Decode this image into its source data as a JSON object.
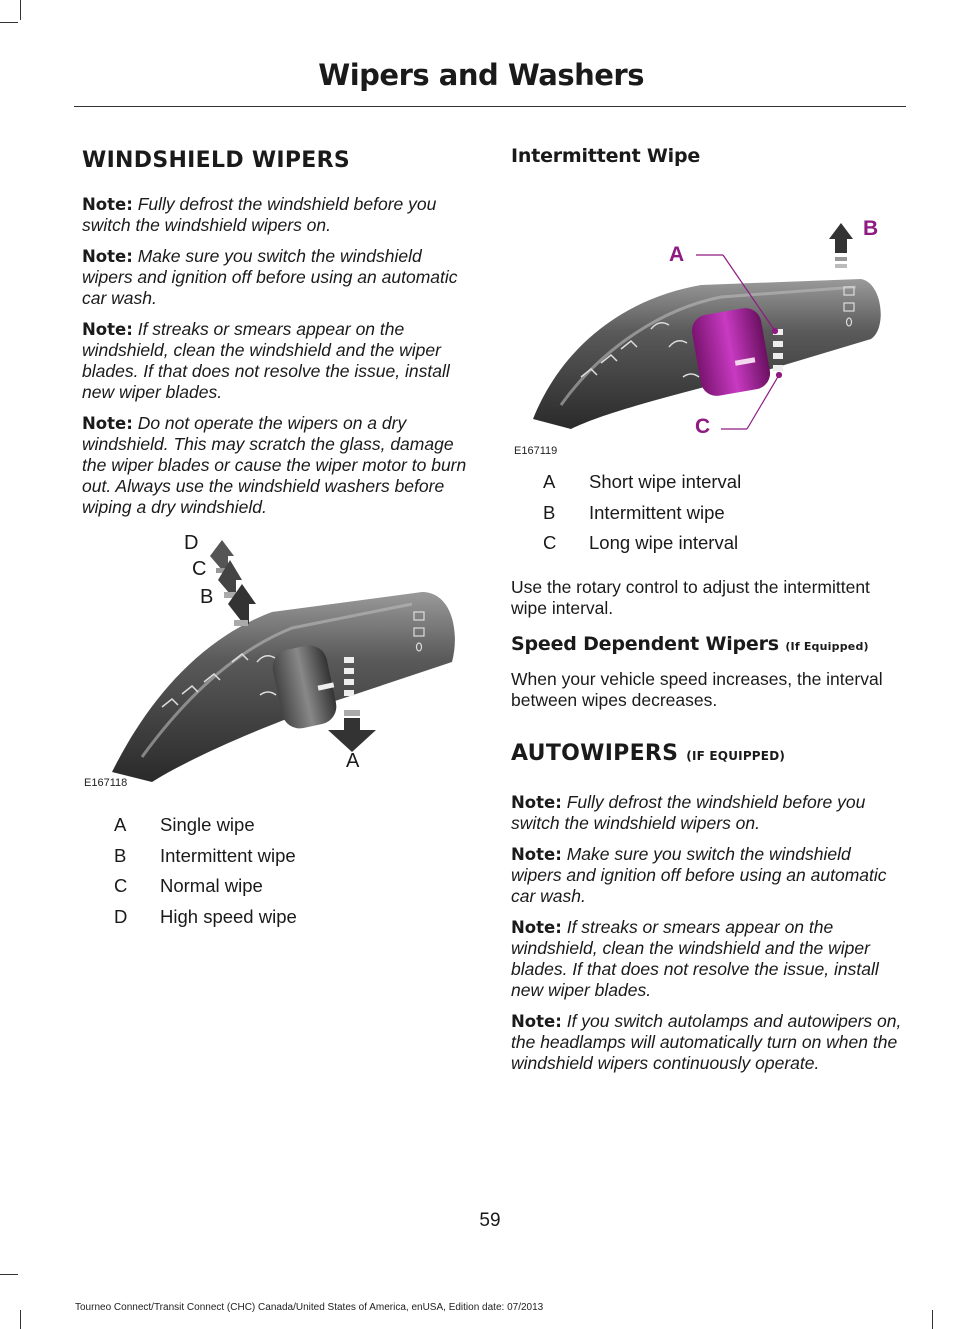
{
  "header": {
    "title": "Wipers and Washers"
  },
  "left": {
    "heading": "WINDSHIELD WIPERS",
    "notes": [
      {
        "label": "Note:",
        "text": "Fully defrost the windshield before you switch the windshield wipers on."
      },
      {
        "label": "Note:",
        "text": "Make sure you switch the windshield wipers and ignition off before using an automatic car wash."
      },
      {
        "label": "Note:",
        "text": " If streaks or smears appear on the windshield, clean the windshield and the wiper blades.  If that does not resolve the issue, install new wiper blades."
      },
      {
        "label": "Note:",
        "text": "Do not operate the wipers on a dry windshield. This may scratch the glass, damage the wiper blades or cause the wiper motor to burn out. Always use the windshield washers before wiping a dry windshield."
      }
    ],
    "figure": {
      "code": "E167118",
      "callouts": {
        "a": "A",
        "b": "B",
        "c": "C",
        "d": "D"
      }
    },
    "legend": [
      {
        "key": "A",
        "value": "Single wipe"
      },
      {
        "key": "B",
        "value": "Intermittent wipe"
      },
      {
        "key": "C",
        "value": "Normal wipe"
      },
      {
        "key": "D",
        "value": "High speed wipe"
      }
    ]
  },
  "right": {
    "intermittent_heading": "Intermittent Wipe",
    "figure": {
      "code": "E167119",
      "callouts": {
        "a": "A",
        "b": "B",
        "c": "C"
      },
      "accent_color": "#8e1a82",
      "rotary_color": "#b52fb0"
    },
    "legend": [
      {
        "key": "A",
        "value": "Short wipe interval"
      },
      {
        "key": "B",
        "value": "Intermittent wipe"
      },
      {
        "key": "C",
        "value": "Long wipe interval"
      }
    ],
    "rotary_text": "Use the rotary control to adjust the intermittent wipe interval.",
    "speed_heading": "Speed Dependent Wipers",
    "speed_tag": "(If Equipped)",
    "speed_text": "When your vehicle speed increases, the interval between wipes decreases.",
    "auto_heading": "AUTOWIPERS",
    "auto_tag": "(IF EQUIPPED)",
    "notes": [
      {
        "label": "Note:",
        "text": "Fully defrost the windshield before you switch the windshield wipers on."
      },
      {
        "label": "Note:",
        "text": "Make sure you switch the windshield wipers and ignition off before using an automatic car wash."
      },
      {
        "label": "Note:",
        "text": " If streaks or smears appear on the windshield, clean the windshield and the wiper blades.  If that does not resolve the issue, install new wiper blades."
      },
      {
        "label": "Note:",
        "text": "If you switch autolamps and autowipers on, the headlamps will automatically turn on when the windshield wipers continuously operate."
      }
    ]
  },
  "footer": {
    "page_number": "59",
    "edition": "Tourneo Connect/Transit Connect (CHC) Canada/United States of America, enUSA, Edition date: 07/2013"
  }
}
